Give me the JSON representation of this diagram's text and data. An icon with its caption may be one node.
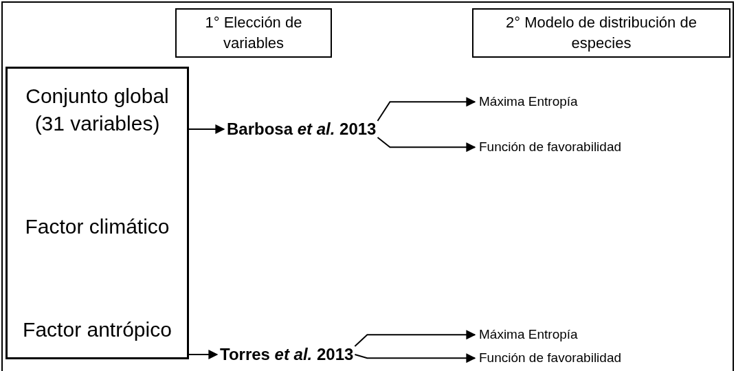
{
  "diagram": {
    "nodes": [
      {
        "text": [
          "1° Elección de variables"
        ]
      },
      {
        "text": [
          "2° Modelo de distribución de especies"
        ]
      },
      {
        "text": [
          "Conjunto global (31 variables)",
          "Factor climático",
          "Factor antrópico"
        ]
      },
      {
        "text": [
          "Barbosa *et al.* 2013"
        ]
      },
      {
        "text": [
          "Máxima Entropía"
        ]
      },
      {
        "text": [
          "Función de favorabilidad"
        ]
      },
      {
        "text": [
          "Torres *et al.* 2013"
        ]
      },
      {
        "text": [
          "Máxima Entropía"
        ]
      },
      {
        "text": [
          "Función de favorabilidad"
        ]
      }
    ],
    "edges": [
      {
        "from": 2,
        "to": 3,
        "arrow": "to"
      },
      {
        "from": 3,
        "to": 4,
        "arrow": "to"
      },
      {
        "from": 3,
        "to": 5,
        "arrow": "to"
      },
      {
        "from": 2,
        "to": 6,
        "arrow": "to"
      },
      {
        "from": 6,
        "to": 7,
        "arrow": "to"
      },
      {
        "from": 6,
        "to": 8,
        "arrow": "to"
      }
    ]
  }
}
